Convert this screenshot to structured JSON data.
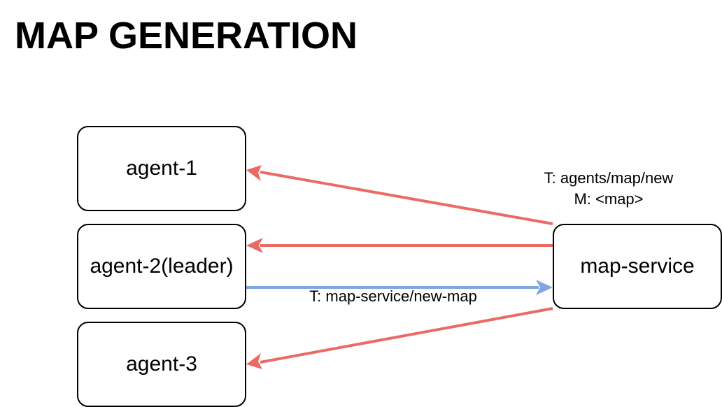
{
  "title": "MAP GENERATION",
  "nodes": {
    "agent_1": "agent-1",
    "agent_2": "agent-2(leader)",
    "agent_3": "agent-3",
    "map_service": "map-service"
  },
  "edge_labels": {
    "broadcast_topic": "T: agents/map/new",
    "broadcast_message": "M: <map>",
    "request_topic": "T: map-service/new-map"
  },
  "edges": [
    {
      "from": "map-service",
      "to": "agent-1",
      "color": "#EA6B66"
    },
    {
      "from": "map-service",
      "to": "agent-2(leader)",
      "color": "#EA6B66"
    },
    {
      "from": "map-service",
      "to": "agent-3",
      "color": "#EA6B66"
    },
    {
      "from": "agent-2(leader)",
      "to": "map-service",
      "color": "#7EA6E0"
    }
  ],
  "colors": {
    "broadcast_arrow": "#EA6B66",
    "request_arrow": "#7EA6E0",
    "node_border": "#000000"
  }
}
